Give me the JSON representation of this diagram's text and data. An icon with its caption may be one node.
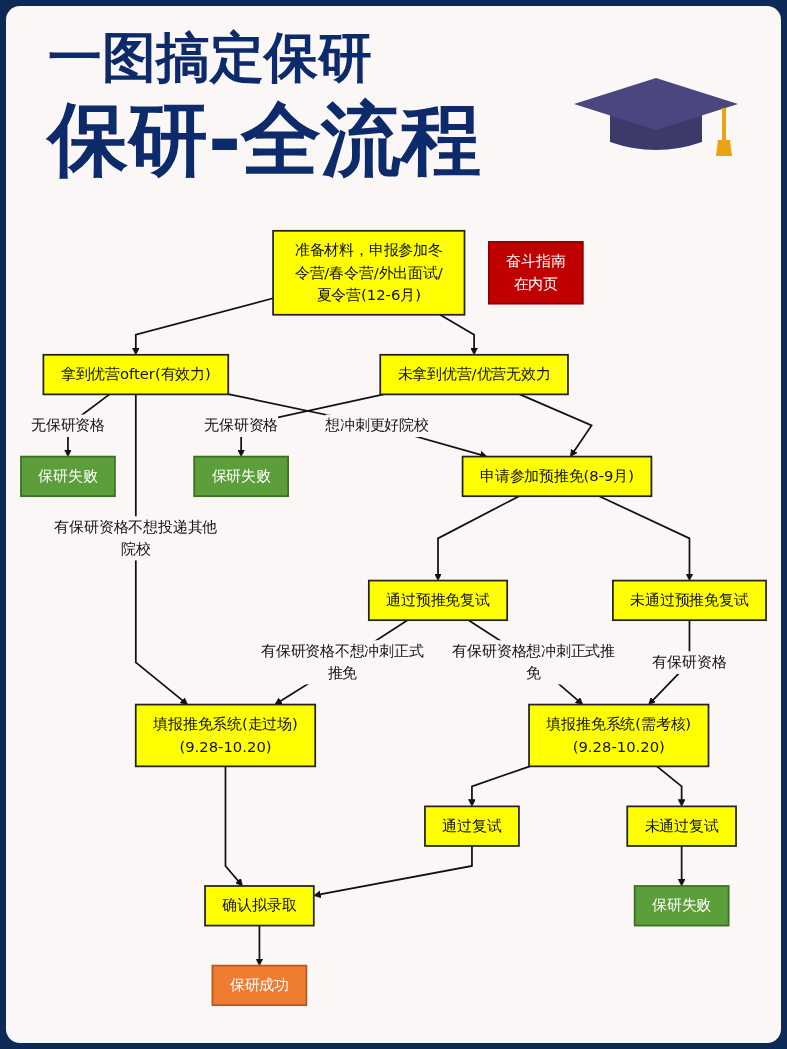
{
  "diagram": {
    "title": "保研-全流程",
    "nodes": [
      {
        "text": [
          "准备材料，申报参加冬令营/春令营/外出面试/夏令营(12-6月)"
        ]
      },
      {
        "text": [
          "拿到优营ofter(有效力)"
        ]
      },
      {
        "text": [
          "未拿到优营/优营无效力"
        ]
      },
      {
        "text": [
          "保研失败"
        ]
      },
      {
        "text": [
          "申请参加预推免(8-9月)"
        ]
      },
      {
        "text": [
          "保研失败"
        ]
      },
      {
        "text": [
          "通过预推免复试"
        ]
      },
      {
        "text": [
          "未通过预推免复试"
        ]
      },
      {
        "text": [
          "填报推免系统(走过场)",
          "(9.28-10.20)"
        ]
      },
      {
        "text": [
          "填报推免系统(需考核)",
          "(9.28-10.20)"
        ]
      },
      {
        "text": [
          "通过复试"
        ]
      },
      {
        "text": [
          "未通过复试"
        ]
      },
      {
        "text": [
          "确认拟录取"
        ]
      },
      {
        "text": [
          "奋斗指南",
          "在内页"
        ]
      },
      {
        "text": [
          "保研成功"
        ]
      },
      {
        "text": [
          "保研失败"
        ]
      }
    ],
    "edges": [
      {
        "from": 0,
        "to": 1,
        "arrow": "to"
      },
      {
        "from": 0,
        "to": 2,
        "arrow": "to"
      },
      {
        "from": 1,
        "to": 3,
        "arrow": "to",
        "label": "无保研资格"
      },
      {
        "from": 1,
        "to": 4,
        "arrow": "to",
        "label": "想冲刺更好院校"
      },
      {
        "from": 1,
        "to": 8,
        "arrow": "to",
        "label": "有保研资格不想投递其他院校"
      },
      {
        "from": 2,
        "to": 4,
        "arrow": "to"
      },
      {
        "from": 2,
        "to": 5,
        "arrow": "to",
        "label": "无保研资格"
      },
      {
        "from": 4,
        "to": 6,
        "arrow": "to"
      },
      {
        "from": 4,
        "to": 7,
        "arrow": "to"
      },
      {
        "from": 6,
        "to": 8,
        "arrow": "to",
        "label": "有保研资格不想冲刺正式推免"
      },
      {
        "from": 6,
        "to": 9,
        "arrow": "to",
        "label": "有保研资格想冲刺正式推免"
      },
      {
        "from": 7,
        "to": 9,
        "arrow": "to",
        "label": "有保研资格"
      },
      {
        "from": 9,
        "to": 10,
        "arrow": "to"
      },
      {
        "from": 9,
        "to": 11,
        "arrow": "to"
      },
      {
        "from": 8,
        "to": 12,
        "arrow": "to"
      },
      {
        "from": 10,
        "to": 12,
        "arrow": "to"
      },
      {
        "from": 12,
        "to": 14,
        "arrow": "to"
      },
      {
        "from": 11,
        "to": 15,
        "arrow": "to"
      }
    ],
    "labels": [
      "一图搞定保研"
    ]
  }
}
